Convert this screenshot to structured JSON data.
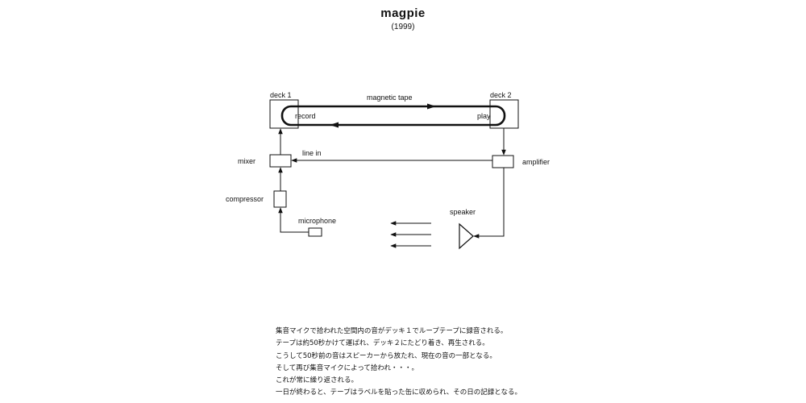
{
  "header": {
    "title": "magpie",
    "year": "(1999)"
  },
  "diagram": {
    "nodes": {
      "deck1": "deck 1",
      "deck2": "deck 2",
      "mixer": "mixer",
      "compressor": "compressor",
      "microphone": "microphone",
      "amplifier": "amplifier",
      "speaker": "speaker"
    },
    "labels": {
      "magnetic_tape": "magnetic tape",
      "record": "record",
      "play": "play",
      "line_in": "line in"
    }
  },
  "description": {
    "lines": [
      "集音マイクで拾われた空間内の音がデッキ１でループテープに録音される。",
      "テープは約50秒かけて運ばれ、デッキ２にたどり着き、再生される。",
      "こうして50秒前の音はスピーカーから放たれ、現在の音の一部となる。",
      "そして再び集音マイクによって拾われ・・・。",
      "これが常に繰り返される。",
      "一日が終わると、テープはラベルを貼った缶に収められ、その日の記録となる。"
    ]
  }
}
